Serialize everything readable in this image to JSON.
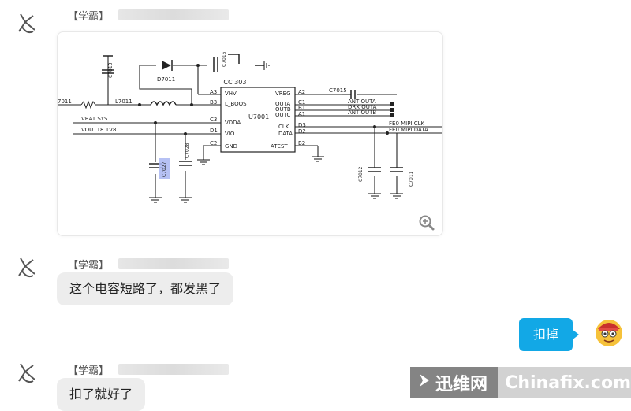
{
  "messages": [
    {
      "sender_tag": "【学霸】"
    },
    {
      "sender_tag": "【学霸】",
      "text": "这个电容短路了，都发黑了"
    },
    {
      "text": "扣掉"
    },
    {
      "sender_tag": "【学霸】",
      "text": "扣了就好了"
    }
  ],
  "schematic": {
    "chip_part": "TCC 303",
    "chip_ref": "U7001",
    "left_pins": [
      "VHV",
      "L_BOOST",
      "VDDA",
      "VIO",
      "GND"
    ],
    "left_pin_nums": [
      "A3",
      "B3",
      "C3",
      "D1",
      "C2"
    ],
    "right_pins": [
      "VREG",
      "OUTA",
      "OUTB",
      "OUTC",
      "CLK",
      "DATA",
      "ATEST"
    ],
    "right_pin_nums": [
      "A2",
      "C1",
      "B1",
      "A1",
      "D3",
      "D2",
      "B2"
    ],
    "nets": [
      "ANT OUTA",
      "DRX OUTA",
      "ANT OUTB",
      "FE0 MIPI CLK",
      "FE0 MIPI DATA",
      "VBAT SYS",
      "VOUT18 1V8"
    ],
    "parts": [
      "D7011",
      "L7011",
      "C7013",
      "C7016",
      "C7015",
      "C7012",
      "C7011",
      "C7027",
      "C7028"
    ],
    "left_net_cut": "7011"
  },
  "watermark": {
    "cn": "迅维网",
    "en": "Chinafix.com"
  },
  "icons": [
    "user-avatar-icon",
    "zoom-in-icon",
    "cartoon-avatar-icon",
    "watermark-arrow-icon"
  ]
}
